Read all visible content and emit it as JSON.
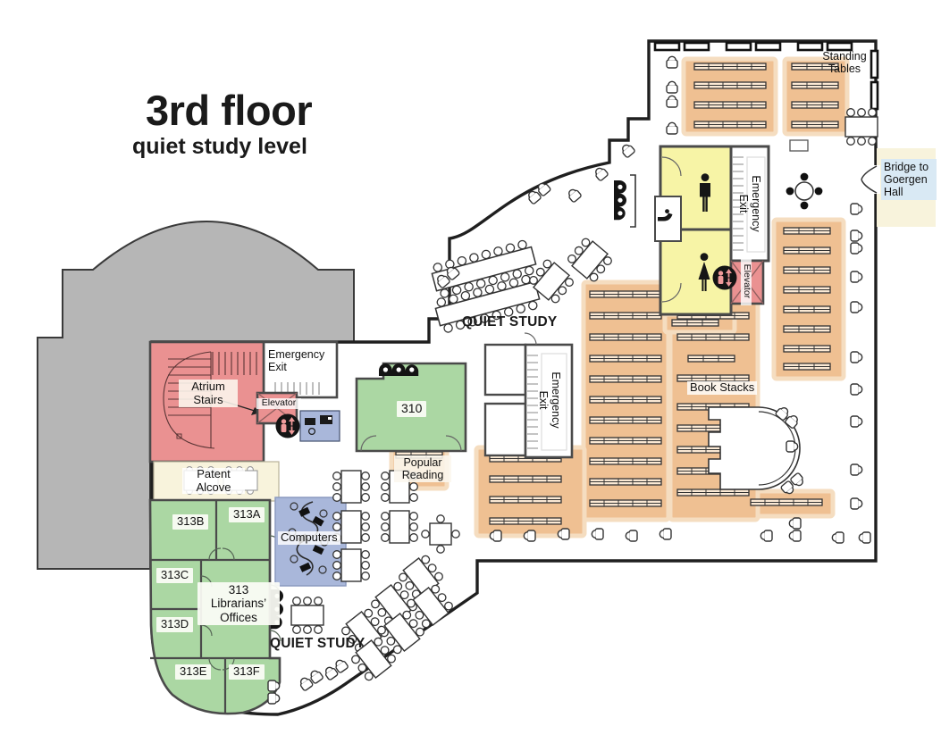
{
  "title": {
    "heading": "3rd floor",
    "subheading": "quiet study level"
  },
  "labels": {
    "quiet_study": "QUIET STUDY",
    "book_stacks": "Book Stacks",
    "standing_tables": "Standing Tables",
    "bridge": "Bridge to Goergen Hall",
    "emergency_exit": "Emergency Exit",
    "elevator": "Elevator",
    "popular_reading": "Popular Reading",
    "atrium_stairs": "Atrium Stairs",
    "patent_alcove": "Patent Alcove",
    "computers": "Computers"
  },
  "rooms": {
    "r310": "310",
    "r313a": "313A",
    "r313b": "313B",
    "r313c": "313C",
    "r313d": "313D",
    "r313e": "313E",
    "r313f": "313F",
    "librarians_offices": "313 Librarians’ Offices"
  },
  "icons": {
    "elevator_badge": "person-with-up-down-arrows",
    "mens_restroom": "male-figure",
    "womens_restroom": "female-figure",
    "drinking_fountain": "drinking-fountain",
    "print_station": "computer-workstation"
  },
  "colors": {
    "stairs_elevators": "#ea9191",
    "restrooms": "#f7f4a6",
    "offices_rooms": "#abd7a3",
    "book_stacks": "#efc092",
    "computers_area": "#a9b7da",
    "alcove_bg": "#f8f3dc",
    "bridge_label_bg": "#d9e9f4",
    "roof_area": "#b6b6b6"
  }
}
